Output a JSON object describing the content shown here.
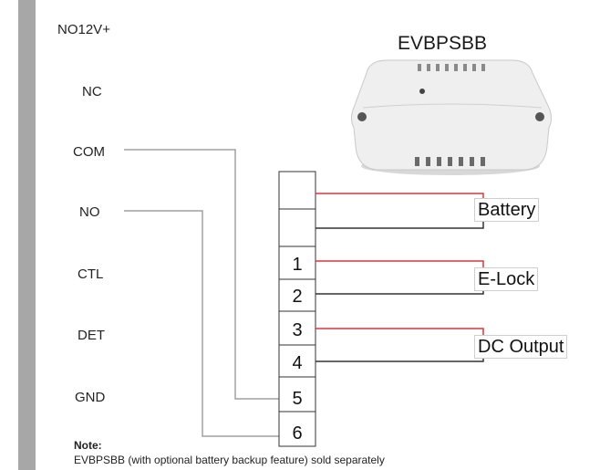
{
  "title": "EVBPSBB",
  "terminals_left": [
    "NO12V+",
    "NC",
    "COM",
    "NO",
    "CTL",
    "DET",
    "GND"
  ],
  "terminal_block": [
    "",
    "",
    "1",
    "2",
    "3",
    "4",
    "5",
    "6"
  ],
  "outputs": [
    "Battery",
    "E-Lock",
    "DC Output"
  ],
  "note": {
    "heading": "Note:",
    "text": "EVBPSBB (with optional battery backup feature) sold separately"
  },
  "colors": {
    "positive_wire": "#e0323c",
    "negative_wire": "#333333",
    "signal_wire": "#a0a0a0"
  }
}
